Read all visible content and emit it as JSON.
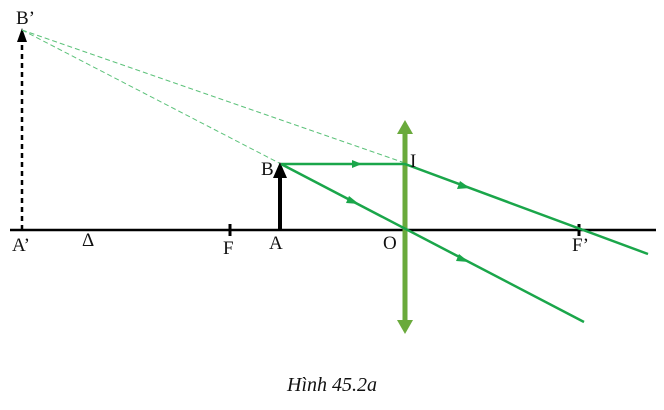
{
  "diagram": {
    "labels": {
      "b_prime": "B’",
      "a_prime": "A’",
      "delta": "Δ",
      "f": "F",
      "a": "A",
      "b": "B",
      "o": "O",
      "i": "I",
      "f_prime": "F’"
    },
    "caption": "Hình 45.2a",
    "colors": {
      "axis": "#000000",
      "object": "#000000",
      "rays": "#1aa64a",
      "lens": "#6aaa3c",
      "virtual_rays": "#5cc27a"
    }
  }
}
